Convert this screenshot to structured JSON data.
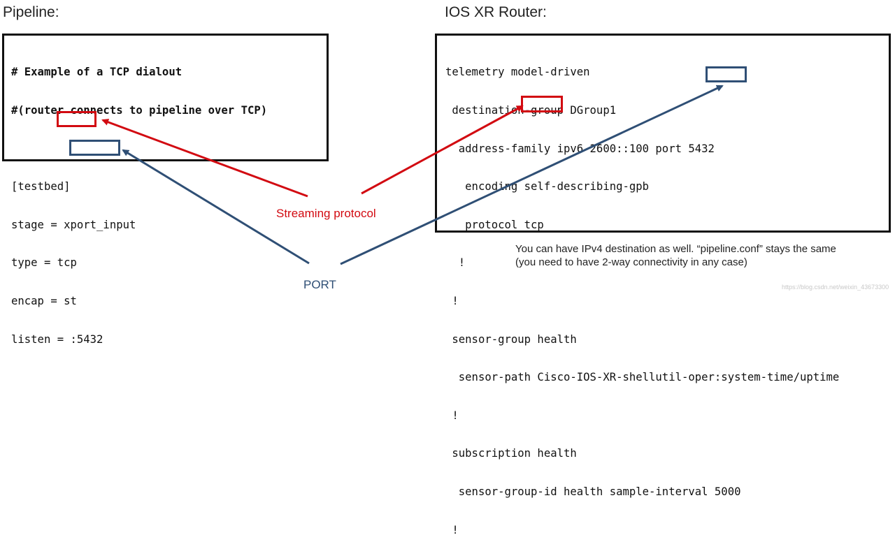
{
  "headings": {
    "pipeline": "Pipeline:",
    "router": "IOS XR Router:"
  },
  "pipeline_lines": [
    "# Example of a TCP dialout",
    "#(router connects to pipeline over TCP)",
    "",
    "[testbed]",
    "stage = xport_input",
    "type = tcp",
    "encap = st",
    "listen = :5432"
  ],
  "router_lines": [
    "telemetry model-driven",
    " destination-group DGroup1",
    "  address-family ipv6 2600::100 port 5432",
    "   encoding self-describing-gpb",
    "   protocol tcp",
    "  !",
    " !",
    " sensor-group health",
    "  sensor-path Cisco-IOS-XR-shellutil-oper:system-time/uptime",
    " !",
    " subscription health",
    "  sensor-group-id health sample-interval 5000",
    " !"
  ],
  "labels": {
    "streaming_protocol": "Streaming protocol",
    "port": "PORT"
  },
  "note": {
    "line1": "You can have IPv4 destination as well. “pipeline.conf” stays the same",
    "line2": "(you need to have 2-way connectivity in any case)"
  },
  "watermark": "https://blog.csdn.net/weixin_43673300",
  "colors": {
    "protocol_highlight": "#d20a11",
    "port_highlight": "#2f4f75"
  }
}
